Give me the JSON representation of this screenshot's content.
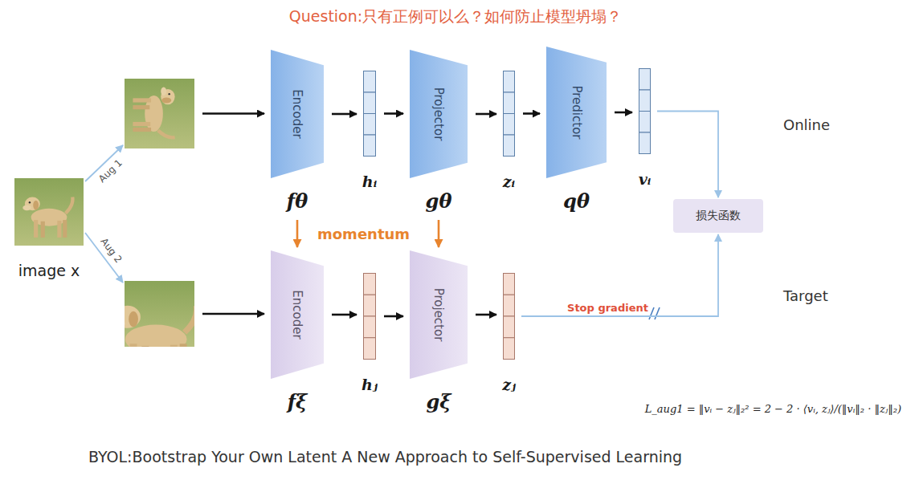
{
  "diagram": {
    "title": "Question:只有正例可以么？如何防止模型坍塌？",
    "caption": "BYOL:Bootstrap Your Own Latent A New Approach to Self-Supervised Learning",
    "nodes": [
      {
        "text": [
          "image x"
        ]
      },
      {
        "text": []
      },
      {
        "text": [
          "Encoder",
          "fθ"
        ]
      },
      {
        "text": [
          "hᵢ"
        ]
      },
      {
        "text": [
          "Projector",
          "gθ"
        ]
      },
      {
        "text": [
          "zᵢ"
        ]
      },
      {
        "text": [
          "Predictor",
          "qθ"
        ]
      },
      {
        "text": [
          "vᵢ"
        ]
      },
      {
        "text": [
          "损失函数"
        ]
      },
      {
        "text": []
      },
      {
        "text": [
          "Encoder",
          "fξ"
        ]
      },
      {
        "text": [
          "hⱼ"
        ]
      },
      {
        "text": [
          "Projector",
          "gξ"
        ]
      },
      {
        "text": [
          "zⱼ"
        ]
      }
    ],
    "edges": [
      {
        "from": 0,
        "to": 1,
        "label": "Aug 1",
        "arrow": "to"
      },
      {
        "from": 0,
        "to": 9,
        "label": "Aug 2",
        "arrow": "to"
      },
      {
        "from": 1,
        "to": 2,
        "arrow": "to"
      },
      {
        "from": 2,
        "to": 3,
        "arrow": "to"
      },
      {
        "from": 3,
        "to": 4,
        "arrow": "to"
      },
      {
        "from": 4,
        "to": 5,
        "arrow": "to"
      },
      {
        "from": 5,
        "to": 6,
        "arrow": "to"
      },
      {
        "from": 6,
        "to": 7,
        "arrow": "to"
      },
      {
        "from": 7,
        "to": 8,
        "arrow": "to"
      },
      {
        "from": 9,
        "to": 10,
        "arrow": "to"
      },
      {
        "from": 10,
        "to": 11,
        "arrow": "to"
      },
      {
        "from": 11,
        "to": 12,
        "arrow": "to"
      },
      {
        "from": 12,
        "to": 13,
        "arrow": "to"
      },
      {
        "from": 13,
        "to": 8,
        "label": "Stop gradient",
        "arrow": "to"
      },
      {
        "from": 2,
        "to": 10,
        "arrow": "to"
      },
      {
        "from": 4,
        "to": 12,
        "arrow": "to"
      }
    ],
    "labels": [
      "Online",
      "Target",
      "momentum",
      "L_aug1 = ‖vᵢ − zⱼ‖₂² = 2 − 2 · ⟨vᵢ,  zⱼ⟩/(‖vᵢ‖₂ · ‖zⱼ‖₂)"
    ]
  }
}
